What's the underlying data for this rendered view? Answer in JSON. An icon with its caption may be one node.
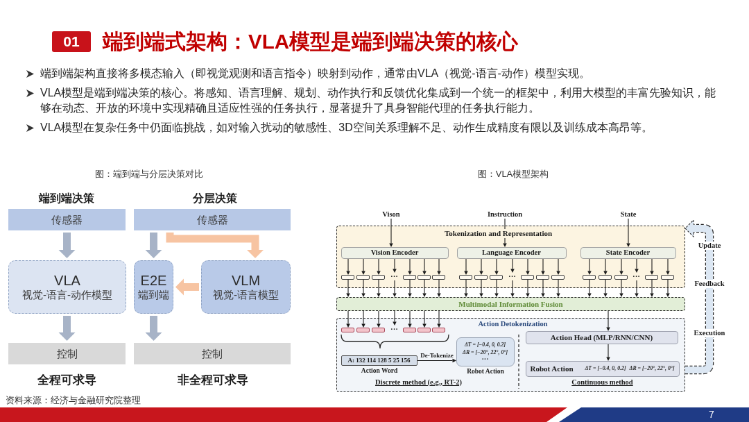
{
  "diagram": {
    "title": "端到端式架构：VLA模型是端到端决策的核心",
    "nodes": [
      {
        "text": [
          "传感器"
        ]
      },
      {
        "text": [
          "传感器"
        ]
      },
      {
        "text": [
          "VLA",
          "视觉-语言-动作模型"
        ]
      },
      {
        "text": [
          "E2E",
          "端到端"
        ]
      },
      {
        "text": [
          "VLM",
          "视觉-语言模型"
        ]
      },
      {
        "text": [
          "控制"
        ]
      },
      {
        "text": [
          "控制"
        ]
      },
      {
        "text": [
          "Vison"
        ]
      },
      {
        "text": [
          "Instruction"
        ]
      },
      {
        "text": [
          "State"
        ]
      },
      {
        "text": [
          "Tokenization and Representation"
        ]
      },
      {
        "text": [
          "Vision Encoder"
        ],
        "in": 10
      },
      {
        "text": [
          "Language Encoder"
        ],
        "in": 10
      },
      {
        "text": [
          "State Encoder"
        ],
        "in": 10
      },
      {
        "text": [],
        "shape": "box",
        "in": 10
      },
      {
        "text": [],
        "shape": "box",
        "in": 10
      },
      {
        "text": [],
        "shape": "box",
        "in": 10
      },
      {
        "text": [
          "···"
        ],
        "in": 10
      },
      {
        "text": [],
        "shape": "box",
        "in": 10
      },
      {
        "text": [],
        "shape": "box",
        "in": 10
      },
      {
        "text": [],
        "shape": "box",
        "in": 10
      },
      {
        "text": [],
        "shape": "box",
        "in": 10
      },
      {
        "text": [],
        "shape": "box",
        "in": 10
      },
      {
        "text": [],
        "shape": "box",
        "in": 10
      },
      {
        "text": [
          "···"
        ],
        "in": 10
      },
      {
        "text": [],
        "shape": "box",
        "in": 10
      },
      {
        "text": [],
        "shape": "box",
        "in": 10
      },
      {
        "text": [],
        "shape": "box",
        "in": 10
      },
      {
        "text": [],
        "shape": "box",
        "in": 10
      },
      {
        "text": [],
        "shape": "box",
        "in": 10
      },
      {
        "text": [],
        "shape": "box",
        "in": 10
      },
      {
        "text": [
          "···"
        ],
        "in": 10
      },
      {
        "text": [],
        "shape": "box",
        "in": 10
      },
      {
        "text": [],
        "shape": "box",
        "in": 10
      },
      {
        "text": [
          "Multimodal Information Fusion"
        ]
      },
      {
        "text": [
          "Action Detokenization",
          "Discrete method (e.g., RT-2)",
          "Continuous method"
        ]
      },
      {
        "text": [],
        "shape": "box",
        "in": 35
      },
      {
        "text": [],
        "shape": "box",
        "in": 35
      },
      {
        "text": [],
        "shape": "box",
        "in": 35
      },
      {
        "text": [
          "···"
        ],
        "in": 35
      },
      {
        "text": [],
        "shape": "box",
        "in": 35
      },
      {
        "text": [],
        "shape": "box",
        "in": 35
      },
      {
        "text": [],
        "shape": "box",
        "in": 35
      },
      {
        "text": [
          "A: 132 114 128 5 25 156"
        ],
        "beside": [
          "Action Word"
        ],
        "in": 35
      },
      {
        "text": [
          "ΔT = [−0.4, 0, 0.2]",
          "ΔR = [−20°, 22°, 0°]",
          "···"
        ],
        "beside": [
          "Robot Action"
        ],
        "in": 35
      },
      {
        "text": [
          "Action Head (MLP/RNN/CNN)"
        ],
        "in": 35
      },
      {
        "text": [
          "Robot Action",
          "ΔT = [−0.4, 0, 0.2]",
          "ΔR = [−20°, 22°, 0°]"
        ],
        "in": 35
      }
    ],
    "edges": [
      {
        "from": 0,
        "to": 2,
        "arrow": "to",
        "style": "thick",
        "color": "#a7b3c7"
      },
      {
        "from": 2,
        "to": 5,
        "arrow": "to",
        "style": "thick",
        "color": "#a7b3c7"
      },
      {
        "from": 1,
        "to": 3,
        "arrow": "to",
        "style": "thick",
        "color": "#a7b3c7"
      },
      {
        "from": 1,
        "to": 4,
        "arrow": "to",
        "style": "thick",
        "color": "#f7c4a2"
      },
      {
        "from": 4,
        "to": 3,
        "arrow": "to",
        "style": "thick",
        "color": "#f7c4a2"
      },
      {
        "from": 3,
        "to": 6,
        "arrow": "to",
        "style": "thick",
        "color": "#a7b3c7"
      },
      {
        "from": 7,
        "to": 11,
        "arrow": "to"
      },
      {
        "from": 8,
        "to": 12,
        "arrow": "to"
      },
      {
        "from": 9,
        "to": 13,
        "arrow": "to"
      },
      {
        "from": 11,
        "to": 14,
        "arrow": "to"
      },
      {
        "from": 11,
        "to": 15,
        "arrow": "to"
      },
      {
        "from": 11,
        "to": 16,
        "arrow": "to"
      },
      {
        "from": 11,
        "to": 17,
        "arrow": "to"
      },
      {
        "from": 11,
        "to": 18,
        "arrow": "to"
      },
      {
        "from": 11,
        "to": 19,
        "arrow": "to"
      },
      {
        "from": 11,
        "to": 20,
        "arrow": "to"
      },
      {
        "from": 12,
        "to": 21,
        "arrow": "to"
      },
      {
        "from": 12,
        "to": 22,
        "arrow": "to"
      },
      {
        "from": 12,
        "to": 23,
        "arrow": "to"
      },
      {
        "from": 12,
        "to": 24,
        "arrow": "to"
      },
      {
        "from": 12,
        "to": 25,
        "arrow": "to"
      },
      {
        "from": 12,
        "to": 26,
        "arrow": "to"
      },
      {
        "from": 12,
        "to": 27,
        "arrow": "to"
      },
      {
        "from": 13,
        "to": 28,
        "arrow": "to"
      },
      {
        "from": 13,
        "to": 29,
        "arrow": "to"
      },
      {
        "from": 13,
        "to": 30,
        "arrow": "to"
      },
      {
        "from": 13,
        "to": 31,
        "arrow": "to"
      },
      {
        "from": 13,
        "to": 32,
        "arrow": "to"
      },
      {
        "from": 13,
        "to": 33,
        "arrow": "to"
      },
      {
        "from": 14,
        "to": 34,
        "arrow": "to"
      },
      {
        "from": 15,
        "to": 34,
        "arrow": "to"
      },
      {
        "from": 16,
        "to": 34,
        "arrow": "to"
      },
      {
        "from": 17,
        "to": 34,
        "arrow": "to"
      },
      {
        "from": 18,
        "to": 34,
        "arrow": "to"
      },
      {
        "from": 19,
        "to": 34,
        "arrow": "to"
      },
      {
        "from": 20,
        "to": 34,
        "arrow": "to"
      },
      {
        "from": 21,
        "to": 34,
        "arrow": "to"
      },
      {
        "from": 22,
        "to": 34,
        "arrow": "to"
      },
      {
        "from": 23,
        "to": 34,
        "arrow": "to"
      },
      {
        "from": 24,
        "to": 34,
        "arrow": "to"
      },
      {
        "from": 25,
        "to": 34,
        "arrow": "to"
      },
      {
        "from": 26,
        "to": 34,
        "arrow": "to"
      },
      {
        "from": 27,
        "to": 34,
        "arrow": "to"
      },
      {
        "from": 28,
        "to": 34,
        "arrow": "to"
      },
      {
        "from": 29,
        "to": 34,
        "arrow": "to"
      },
      {
        "from": 30,
        "to": 34,
        "arrow": "to"
      },
      {
        "from": 31,
        "to": 34,
        "arrow": "to"
      },
      {
        "from": 32,
        "to": 34,
        "arrow": "to"
      },
      {
        "from": 33,
        "to": 34,
        "arrow": "to"
      },
      {
        "from": 34,
        "to": 36,
        "arrow": "to"
      },
      {
        "from": 34,
        "to": 37,
        "arrow": "to"
      },
      {
        "from": 34,
        "to": 38,
        "arrow": "to"
      },
      {
        "from": 34,
        "to": 39,
        "arrow": "to"
      },
      {
        "from": 34,
        "to": 40,
        "arrow": "to"
      },
      {
        "from": 34,
        "to": 41,
        "arrow": "to"
      },
      {
        "from": 34,
        "to": 42,
        "arrow": "to"
      },
      {
        "from": 34,
        "to": 45,
        "arrow": "to"
      },
      {
        "from": 43,
        "to": 44,
        "arrow": "to",
        "label": "De-Tokenize"
      },
      {
        "from": 45,
        "to": 46,
        "arrow": "to"
      },
      {
        "from": 35,
        "to": 10,
        "arrow": "to",
        "style": "thick",
        "color": "#dce7f3"
      }
    ],
    "labels": [
      "01",
      "端到端架构直接将多模态输入（即视觉观测和语言指令）映射到动作，通常由VLA（视觉-语言-动作）模型实现。",
      "VLA模型是端到端决策的核心。将感知、语言理解、规划、动作执行和反馈优化集成到一个统一的框架中，利用大模型的丰富先验知识，能够在动态、开放的环境中实现精确且适应性强的任务执行，显著提升了具身智能代理的任务执行能力。",
      "VLA模型在复杂任务中仍面临挑战，如对输入扰动的敏感性、3D空间关系理解不足、动作生成精度有限以及训练成本高昂等。",
      "图：端到端与分层决策对比",
      "图：VLA模型架构",
      "端到端决策",
      "分层决策",
      "Update",
      "Feedback",
      "Execution",
      "全程可求导",
      "非全程可求导",
      "资料来源：经济与金融研究院整理",
      "7"
    ]
  }
}
